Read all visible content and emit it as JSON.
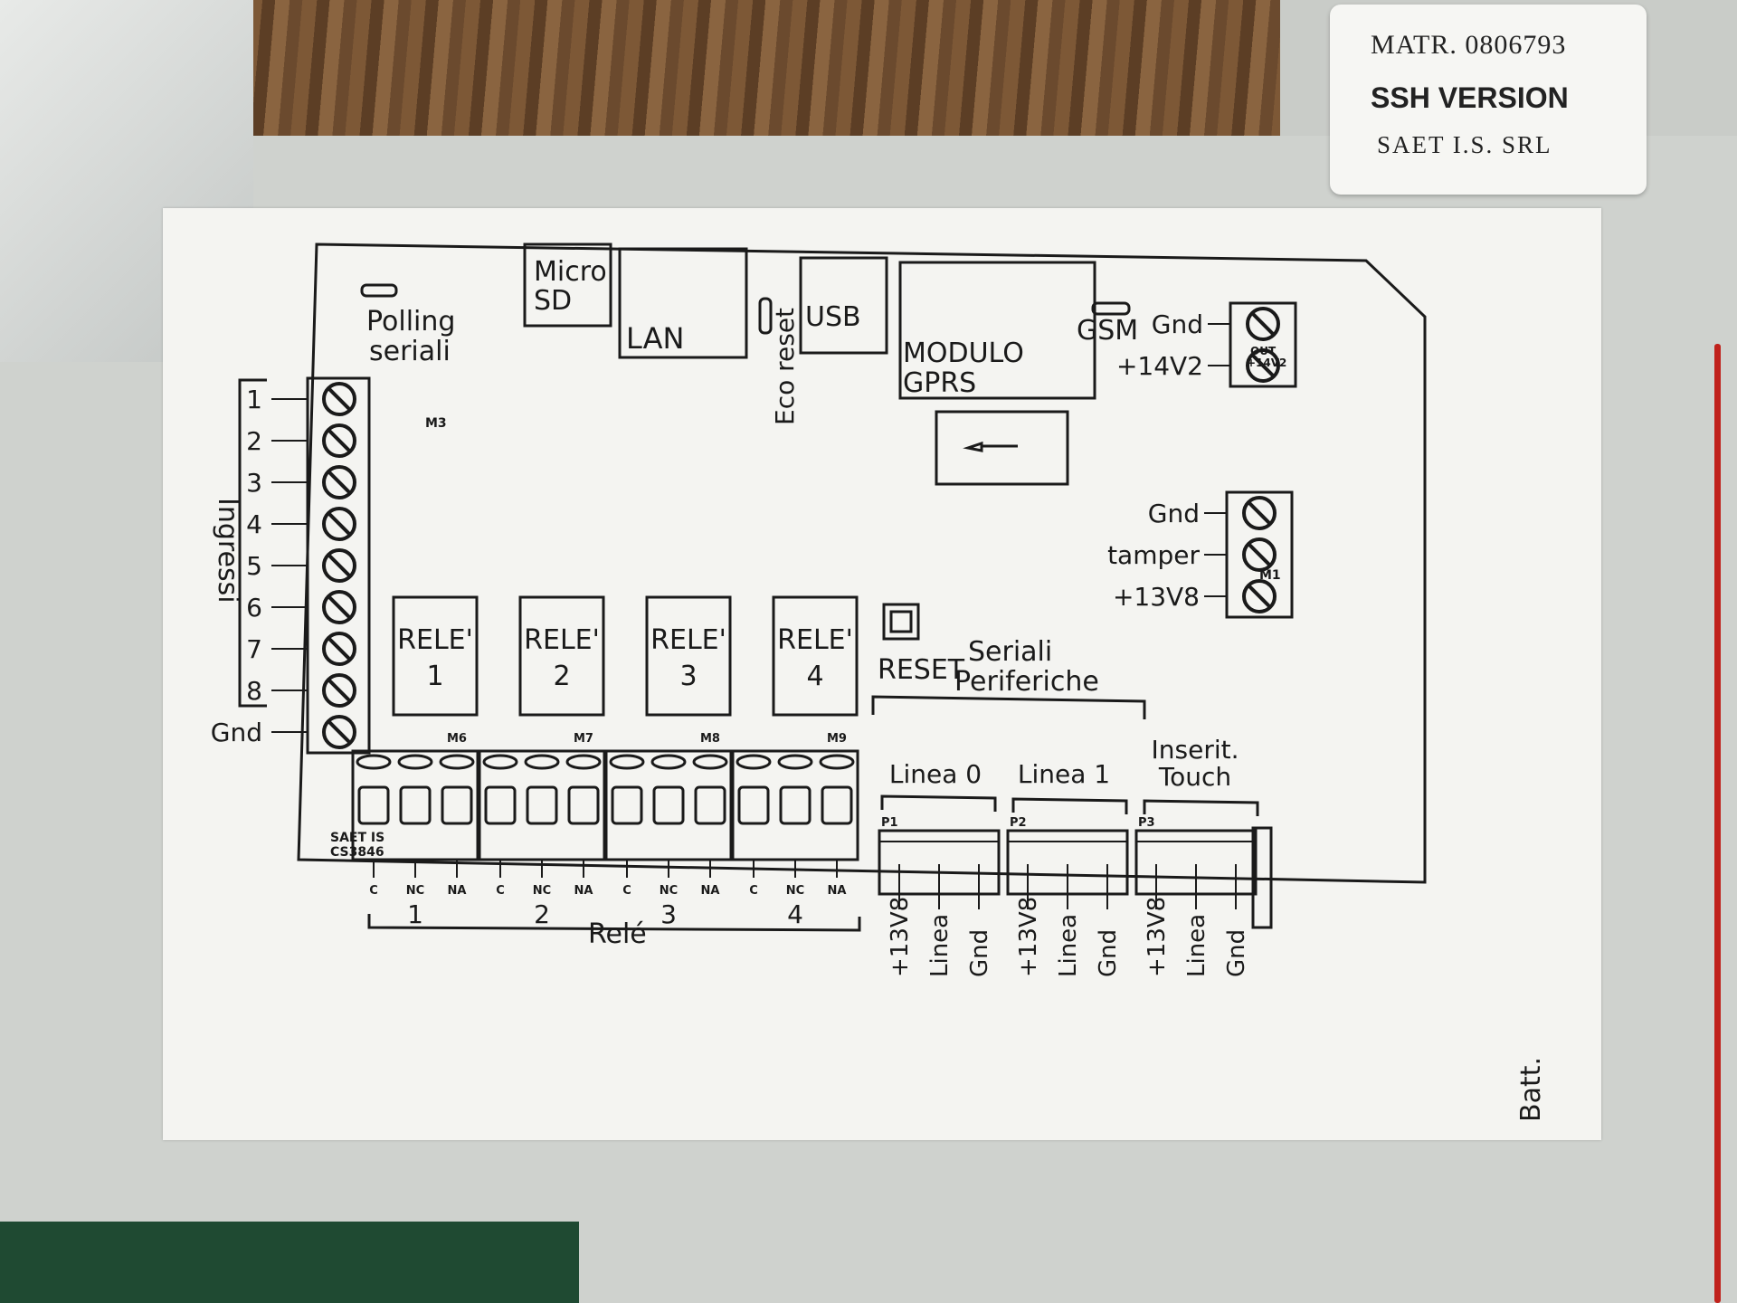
{
  "label": {
    "matr_prefix": "MATR.",
    "matr_value": "0806793",
    "version": "SSH VERSION",
    "maker": "SAET I.S. SRL"
  },
  "diagram": {
    "polling_line1": "Polling",
    "polling_line2": "seriali",
    "microsd_line1": "Micro",
    "microsd_line2": "SD",
    "lan": "LAN",
    "eco_reset": "Eco reset",
    "usb": "USB",
    "modulo_line1": "MODULO",
    "modulo_line2": "GPRS",
    "gsm": "GSM",
    "m3": "M3",
    "m1": "M1",
    "out_line1": "OUT",
    "out_line2": "+14V2",
    "reset": "RESET",
    "ingressi": "Ingressi",
    "inputs": [
      "1",
      "2",
      "3",
      "4",
      "5",
      "6",
      "7",
      "8",
      "Gnd"
    ],
    "out_terminals": [
      "Gnd",
      "+14V2"
    ],
    "m1_terminals": [
      "Gnd",
      "tamper",
      "+13V8"
    ],
    "relays": [
      {
        "title": "RELE'",
        "num": "1",
        "connector": "M6"
      },
      {
        "title": "RELE'",
        "num": "2",
        "connector": "M7"
      },
      {
        "title": "RELE'",
        "num": "3",
        "connector": "M8"
      },
      {
        "title": "RELE'",
        "num": "4",
        "connector": "M9"
      }
    ],
    "relay_contacts": [
      "C",
      "NC",
      "NA"
    ],
    "rele_label": "Relé",
    "saet_line1": "SAET IS",
    "saet_line2": "CS3846",
    "seriali_line1": "Seriali",
    "seriali_line2": "Periferiche",
    "ports": [
      {
        "title1": "Linea 0",
        "title2": "",
        "id": "P1"
      },
      {
        "title1": "Linea 1",
        "title2": "",
        "id": "P2"
      },
      {
        "title1": "Inserit.",
        "title2": "Touch",
        "id": "P3"
      }
    ],
    "port_pins": [
      "+13V8",
      "Linea",
      "Gnd"
    ],
    "batt": "Batt."
  }
}
